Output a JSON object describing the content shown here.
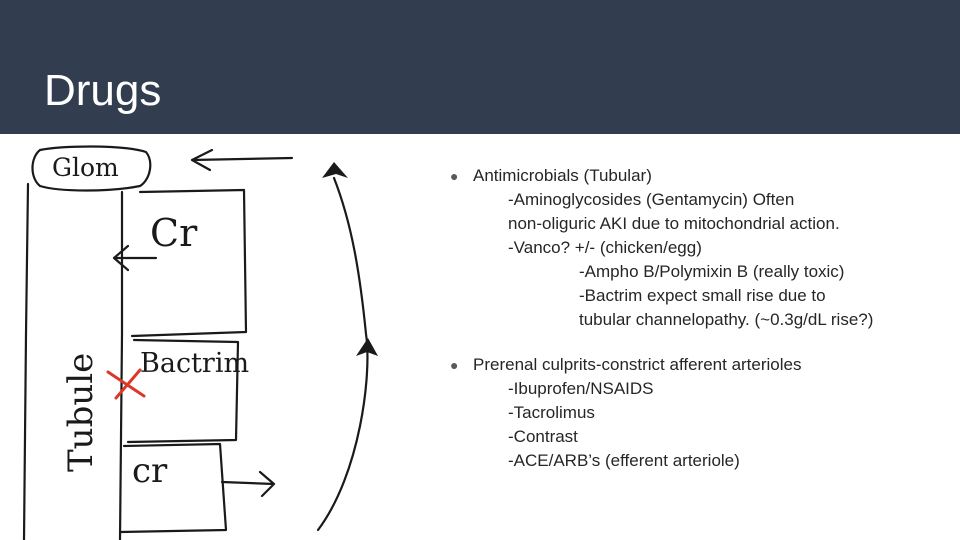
{
  "header": {
    "title": "Drugs"
  },
  "sketch": {
    "labels": {
      "glom": "Glom",
      "cr_top": "Cr",
      "bactrim": "Bactrim",
      "cr_bottom": "cr",
      "tubule": "Tubule"
    }
  },
  "bullets": [
    {
      "lines": [
        "Antimicrobials (Tubular)",
        "-Aminoglycosides (Gentamycin) Often",
        "non-oliguric AKI due to mitochondrial action.",
        "-Vanco? +/- (chicken/egg)",
        "-Ampho B/Polymixin B (really toxic)",
        "-Bactrim expect small rise due to",
        "tubular channelopathy. (~0.3g/dL rise?)"
      ]
    },
    {
      "lines": [
        "Prerenal culprits-constrict afferent arterioles",
        "-Ibuprofen/NSAIDS",
        "-Tacrolimus",
        "-Contrast",
        "-ACE/ARB’s (efferent arteriole)"
      ]
    }
  ]
}
